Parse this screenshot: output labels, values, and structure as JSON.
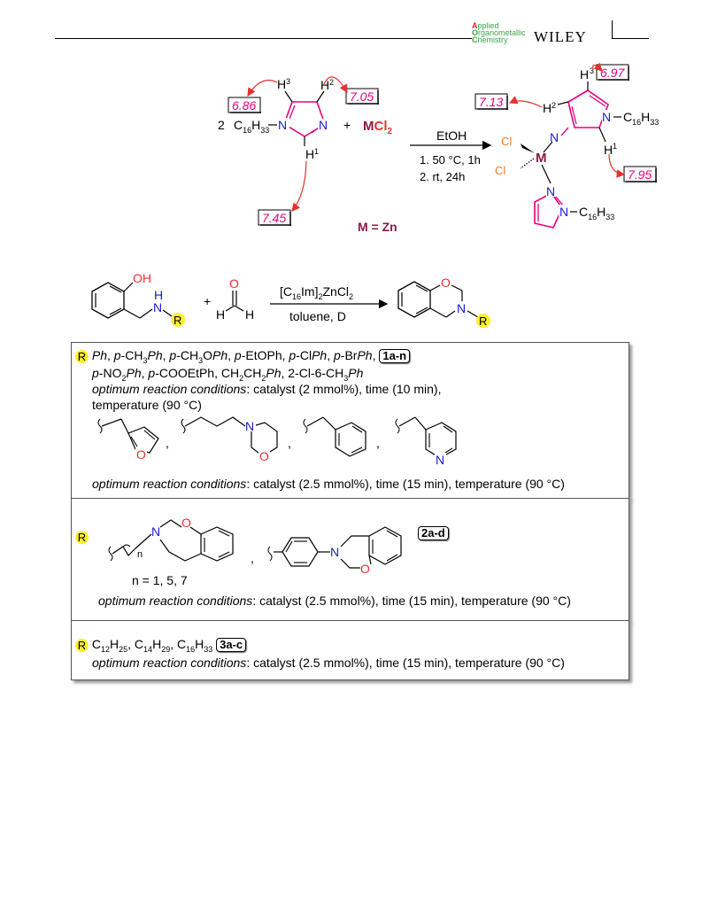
{
  "header": {
    "journal_line1_first": "A",
    "journal_line1_rest": "pplied",
    "journal_line2_first": "O",
    "journal_line2_rest": "rganometallic",
    "journal_line3_first": "C",
    "journal_line3_rest": "hemistry",
    "publisher": "WILEY"
  },
  "scheme1": {
    "coef": "2",
    "reactant": "C16H33",
    "plus": "+",
    "metal_salt": "MCl2",
    "reagent_above": "EtOH",
    "condition1": "1. 50 °C, 1h",
    "condition2": "2. rt, 24h",
    "metal_definition": "M = Zn",
    "shift_h3_left": "6.86",
    "shift_h2_left": "7.05",
    "shift_h1_left": "7.45",
    "shift_h2_right": "7.13",
    "shift_h3_right": "6.97",
    "shift_h1_right": "7.95",
    "labels": {
      "h1": "H",
      "h2": "H",
      "h3": "H",
      "n": "N",
      "cl": "Cl",
      "m": "M",
      "c16": "C16H33"
    }
  },
  "scheme2": {
    "oh": "OH",
    "n": "N",
    "h": "H",
    "r": "R",
    "plus": "+",
    "aldehyde_o": "O",
    "aldehyde_h": "H",
    "catalyst": "[C16Im]2ZnCl2",
    "solvent": "toluene, D",
    "product_o": "O",
    "product_n": "N"
  },
  "panel1": {
    "r": "R",
    "line1": "Ph, p-CH3Ph, p-CH3OPh, p-EtOPh, p-ClPh, p-BrPh,",
    "tag": "1a-n",
    "line2": "p-NO2Ph, p-COOEtPh, CH2CH2Ph, 2-Cl-6-CH3Ph",
    "cond_label": "optimum reaction conditions",
    "cond_text": ": catalyst (2 mmol%), time (10 min),",
    "cond_text2": "temperature (90 °C)",
    "cond2_label": "optimum reaction conditions",
    "cond2_text": ": catalyst (2.5 mmol%), time (15 min), temperature (90 °C)",
    "atoms": {
      "o_furan": "O",
      "n_morph": "N",
      "o_morph": "O",
      "n_pyr": "N"
    }
  },
  "panel2": {
    "r": "R",
    "n_values": "n = 1, 5, 7",
    "sub_n": "n",
    "tag": "2a-d",
    "cond_label": "optimum reaction conditions",
    "cond_text": ": catalyst (2.5 mmol%), time (15 min), temperature (90 °C)",
    "atoms": {
      "n": "N",
      "o": "O"
    }
  },
  "panel3": {
    "r": "R",
    "alkyls": "C12H25, C14H29, C16H33",
    "tag": "3a-c",
    "cond_label": "optimum reaction conditions",
    "cond_text": ": catalyst (2.5 mmol%), time (15 min), temperature (90 °C)"
  },
  "colors": {
    "magenta": "#e6007e",
    "red_arrow": "#e8312f",
    "highlight": "#ffef2a",
    "orange_cl": "#f07d21",
    "metal": "#8b1a4a",
    "blue_n": "#1a1ad6"
  }
}
